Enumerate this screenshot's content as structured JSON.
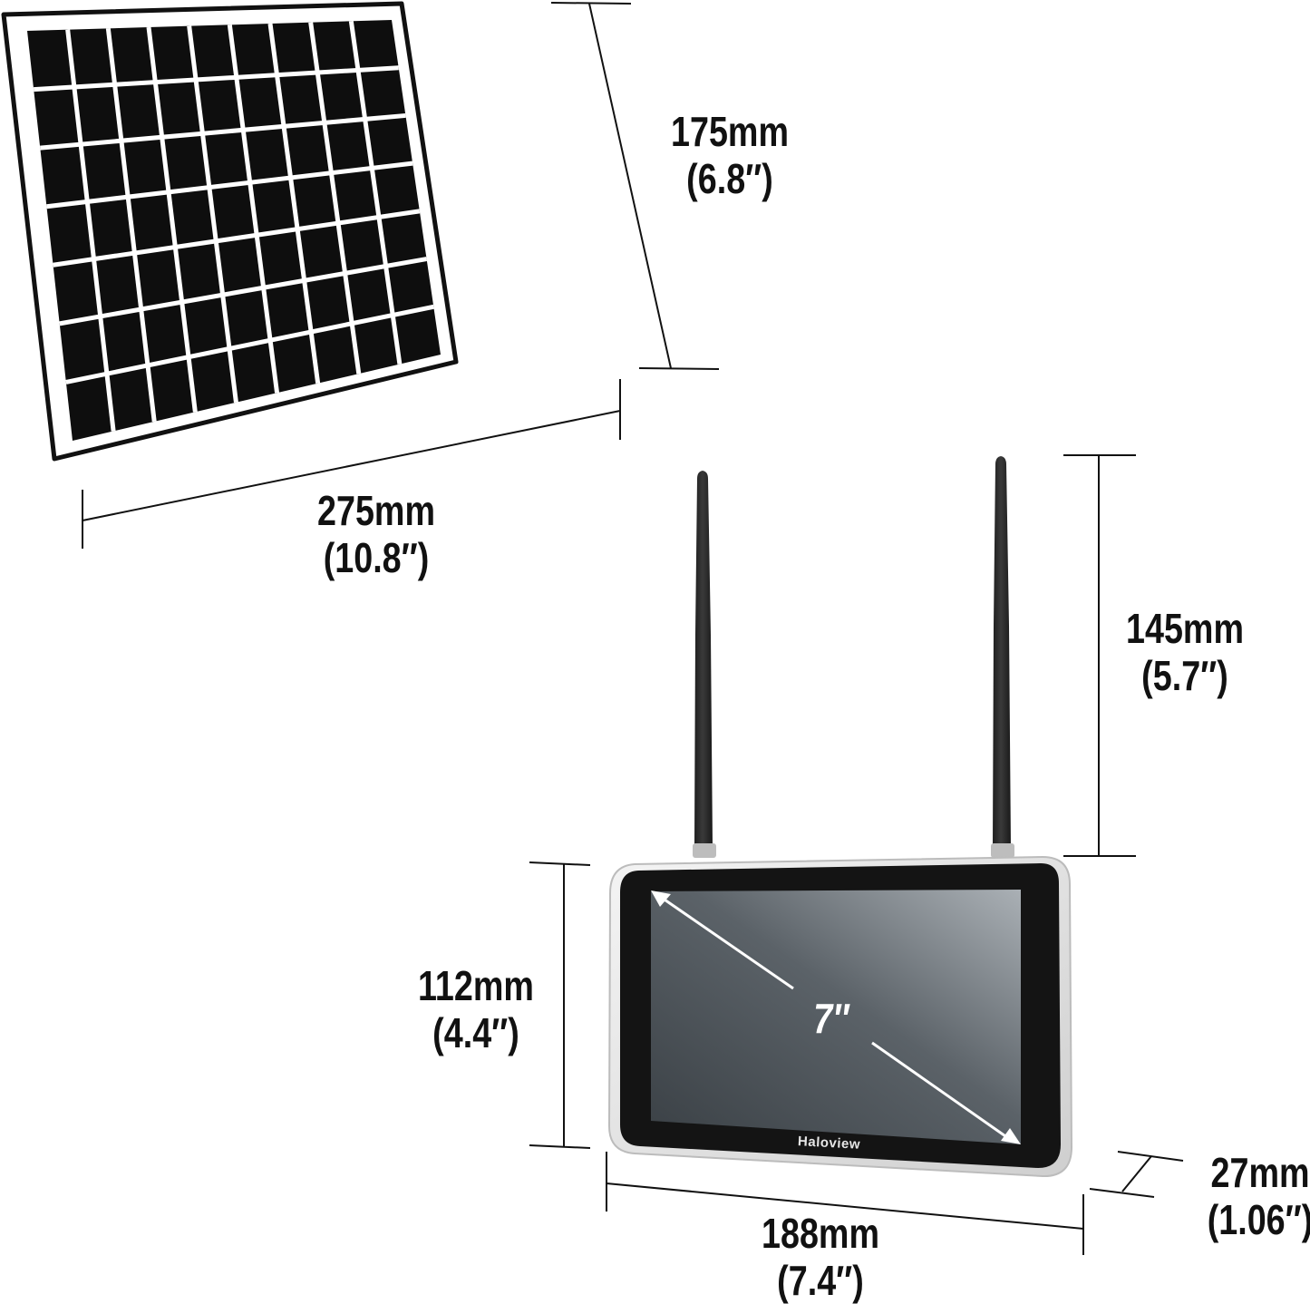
{
  "solar_panel": {
    "rows": 7,
    "cols": 9,
    "colors": {
      "frame": "#ffffff",
      "frame_edge": "#111111",
      "cell": "#0d0d0d",
      "grid": "#ffffff"
    },
    "width_label": {
      "mm": "275mm",
      "inch": "(10.8″)"
    },
    "height_label": {
      "mm": "175mm",
      "inch": "(6.8″)"
    }
  },
  "monitor": {
    "brand": "Haloview",
    "screen_size_label": "7″",
    "colors": {
      "bezel": "#141414",
      "shell": "#e8e8e8",
      "screen_dark": "#3c4247",
      "screen_light": "#a9afb4",
      "antenna": "#2b2b2b"
    },
    "antennas": 2,
    "antenna_height_label": {
      "mm": "145mm",
      "inch": "(5.7″)"
    },
    "height_label": {
      "mm": "112mm",
      "inch": "(4.4″)"
    },
    "width_label": {
      "mm": "188mm",
      "inch": "(7.4″)"
    },
    "depth_label": {
      "mm": "27mm",
      "inch": "(1.06″)"
    }
  }
}
